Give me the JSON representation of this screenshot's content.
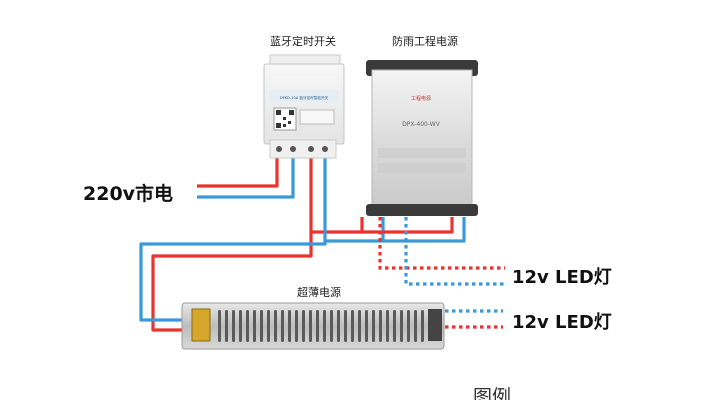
{
  "labels": {
    "timer_switch": "蓝牙定时开关",
    "waterproof_psu": "防雨工程电源",
    "slim_psu": "超薄电源",
    "mains": "220v市电",
    "led_top": "12v LED灯",
    "led_bottom": "12v LED灯",
    "legend": "图例"
  },
  "devices": {
    "timer_model": "DPKD-20A 蓝牙定时智能开关",
    "psu_brand": "工程电源",
    "psu_model": "DPX-400-WV"
  },
  "colors": {
    "live_wire": "#e8332f",
    "neutral_wire": "#3a9ad9",
    "background": "#ffffff"
  },
  "icons": {
    "qr": "qr-code-icon"
  }
}
